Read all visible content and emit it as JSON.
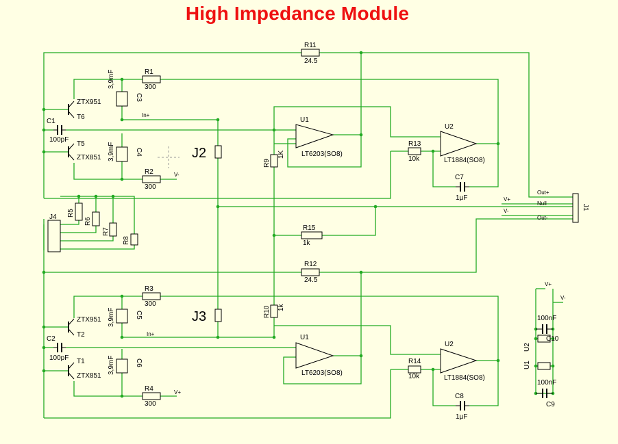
{
  "title": "High Impedance Module",
  "colors": {
    "wire": "#22aa22",
    "part": "#000000",
    "pin": "#cc0000",
    "title": "#ee1111",
    "background": "#ffffe4"
  },
  "components": {
    "r11": {
      "ref": "R11",
      "value": "24.5"
    },
    "r12": {
      "ref": "R12",
      "value": "24.5"
    },
    "r1": {
      "ref": "R1",
      "value": "300"
    },
    "r2": {
      "ref": "R2",
      "value": "300"
    },
    "r3": {
      "ref": "R3",
      "value": "300"
    },
    "r4": {
      "ref": "R4",
      "value": "300"
    },
    "r5": {
      "ref": "R5"
    },
    "r6": {
      "ref": "R6"
    },
    "r7": {
      "ref": "R7"
    },
    "r8": {
      "ref": "R8"
    },
    "r9": {
      "ref": "R9",
      "value": "1K"
    },
    "r10": {
      "ref": "R10",
      "value": "1k"
    },
    "r13": {
      "ref": "R13",
      "value": "10k"
    },
    "r14": {
      "ref": "R14",
      "value": "10k"
    },
    "r15": {
      "ref": "R15",
      "value": "1k"
    },
    "c1": {
      "ref": "C1",
      "value": "100pF"
    },
    "c2": {
      "ref": "C2",
      "value": "100pF"
    },
    "c3": {
      "ref": "C3",
      "value": "3,9mF"
    },
    "c4": {
      "ref": "C4",
      "value": "3,9mF"
    },
    "c5": {
      "ref": "C5",
      "value": "3,9mF"
    },
    "c6": {
      "ref": "C6",
      "value": "3,9mF"
    },
    "c7": {
      "ref": "C7",
      "value": "1µF"
    },
    "c8": {
      "ref": "C8",
      "value": "1µF"
    },
    "c9": {
      "ref": "C9",
      "value": "100nF"
    },
    "c10": {
      "ref": "C10",
      "value": "100nF"
    },
    "t6": {
      "ref": "T6",
      "value": "ZTX951"
    },
    "t5": {
      "ref": "T5",
      "value": "ZTX851"
    },
    "t2": {
      "ref": "T2",
      "value": "ZTX951"
    },
    "t1": {
      "ref": "T1",
      "value": "ZTX851"
    },
    "u1a": {
      "ref": "U1",
      "value": "LT6203(SO8)"
    },
    "u1b": {
      "ref": "U1",
      "value": "LT6203(SO8)"
    },
    "u2a": {
      "ref": "U2",
      "value": "LT1884(SO8)"
    },
    "u2b": {
      "ref": "U2",
      "value": "LT1884(SO8)"
    },
    "j1": {
      "ref": "J1"
    },
    "j2": {
      "ref": "J2"
    },
    "j3": {
      "ref": "J3"
    },
    "j4": {
      "ref": "J4"
    }
  },
  "nets": {
    "in_plus": "In+",
    "v_plus": "V+",
    "v_minus": "V-",
    "out_plus": "Out+",
    "out_minus": "Out-",
    "null": "Null",
    "u1_supply": "U1",
    "u2_supply": "U2"
  }
}
